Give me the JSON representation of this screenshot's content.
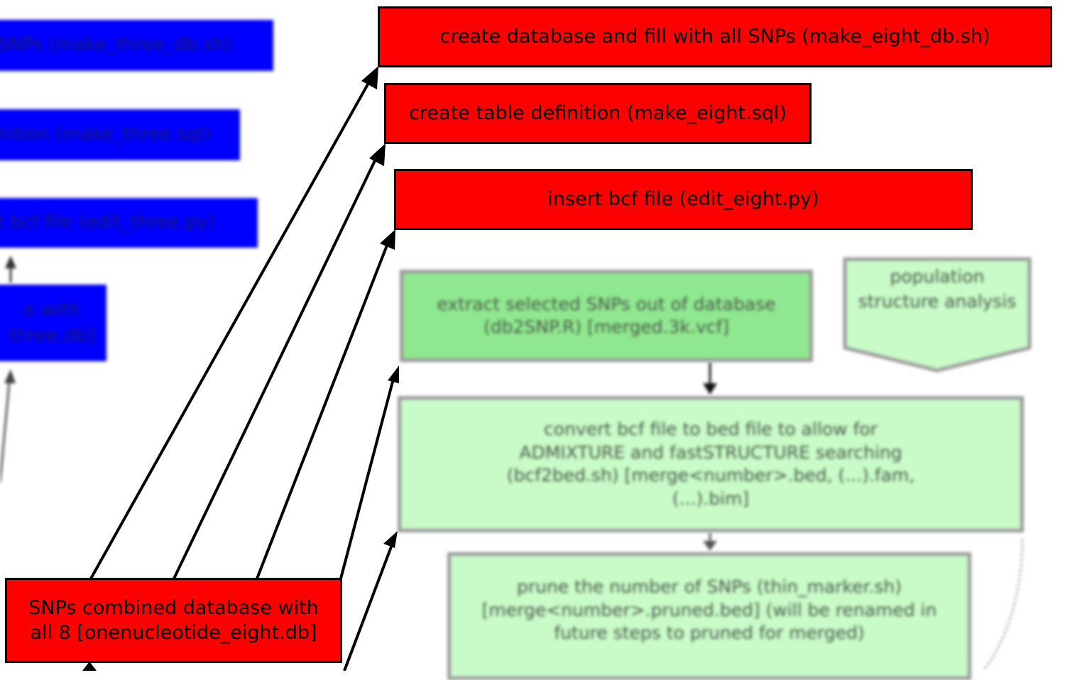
{
  "nodes": {
    "create_db": "create database and fill with all SNPs (make_eight_db.sh)",
    "create_table": "create table definition (make_eight.sql)",
    "insert_bcf": "insert bcf file (edit_eight.py)",
    "combined_db": "SNPs combined database with all 8 [onenucleotide_eight.db]",
    "extract_snps": "extract selected SNPs out of database (db2SNP.R) [merged.3k.vcf]",
    "population_analysis": "population structure analysis",
    "convert_bcf": "convert bcf file to bed file to allow for ADMIXTURE and fastSTRUCTURE searching (bcf2bed.sh) [merge<number>.bed, (...).fam, (...).bim]",
    "prune_snps": "prune the number of SNPs (thin_marker.sh) [merge<number>.pruned.bed] (will be renamed in future steps to pruned for merged)",
    "blue_1": "SNPs (make_three_db.sh)",
    "blue_2": "nition (make_three.sql)",
    "blue_3": "t bcf file (edit_three.py)",
    "blue_4": "e with three.db]"
  },
  "colors": {
    "red": "#ff0000",
    "blue": "#0000ff",
    "green_dark": "#8fe88f",
    "green_light": "#c8fbc8",
    "border": "#000000"
  }
}
